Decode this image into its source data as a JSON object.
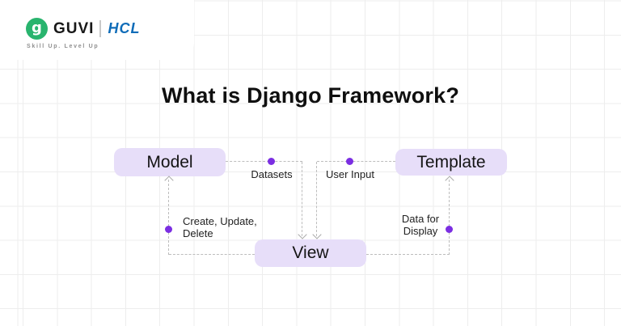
{
  "logo": {
    "brand": "GUVI",
    "partner": "HCL",
    "tagline": "Skill Up. Level Up",
    "icon_letter": "g",
    "colors": {
      "guvi_green": "#29b46e",
      "hcl_blue": "#0f6cb8"
    }
  },
  "title": "What is Django Framework?",
  "diagram": {
    "nodes": {
      "model": "Model",
      "template": "Template",
      "view": "View"
    },
    "edge_labels": {
      "datasets": "Datasets",
      "user_input": "User Input",
      "crud": [
        "Create, Update,",
        "Delete"
      ],
      "data_display": [
        "Data for",
        "Display"
      ]
    },
    "edges": [
      {
        "from": "Model",
        "to": "View",
        "label": "Datasets"
      },
      {
        "from": "Template",
        "to": "View",
        "label": "User Input"
      },
      {
        "from": "View",
        "to": "Model",
        "label": "Create, Update, Delete"
      },
      {
        "from": "View",
        "to": "Template",
        "label": "Data for Display"
      }
    ],
    "colors": {
      "node_fill": "#e7def9",
      "dot": "#7b2ee2",
      "dash_line": "#bdbdbd"
    }
  }
}
